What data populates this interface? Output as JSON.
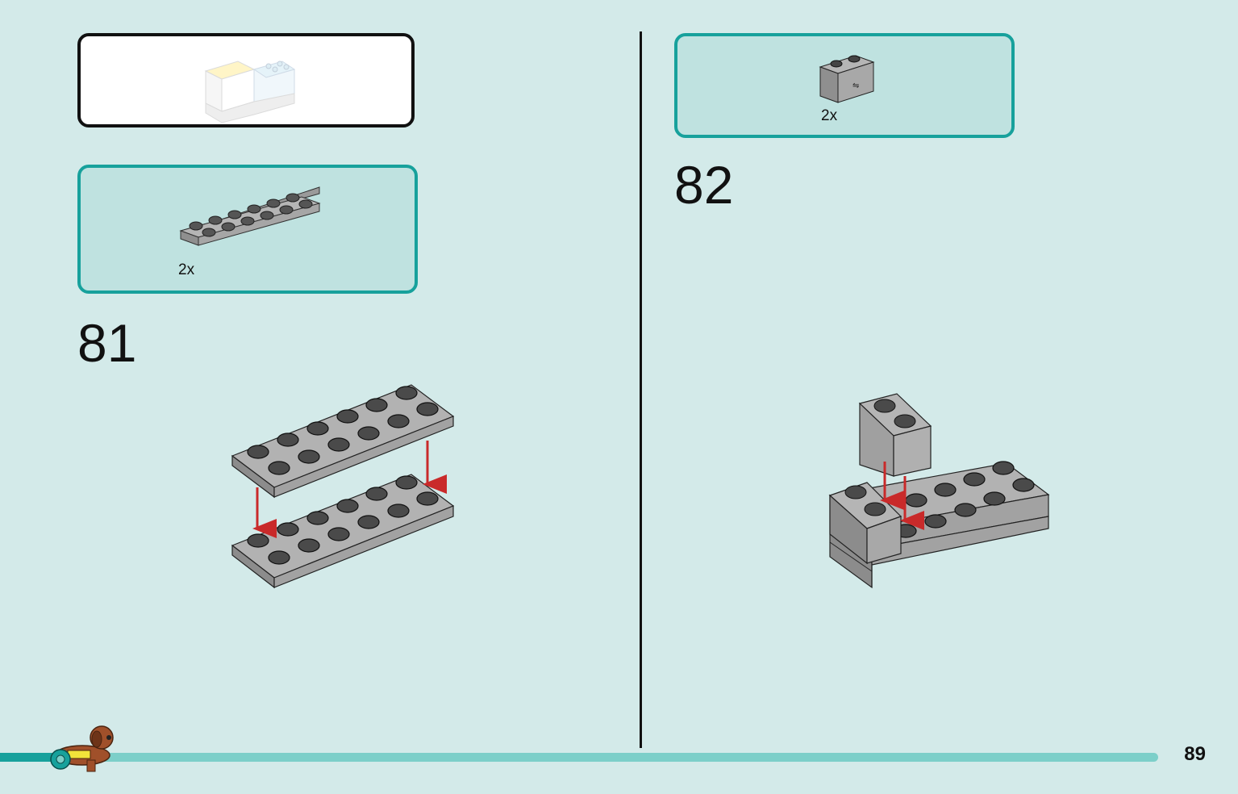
{
  "page_number": "89",
  "colors": {
    "background": "#d3eae9",
    "accent": "#17a19c",
    "brick_gray": "#a0a0a0",
    "arrow_red": "#c92a2a"
  },
  "preview": {
    "icon": "completed-model-preview"
  },
  "steps": [
    {
      "number": "81",
      "parts": [
        {
          "name": "plate-2x6-icon",
          "quantity": "2x"
        }
      ]
    },
    {
      "number": "82",
      "parts": [
        {
          "name": "brick-1x2-icon",
          "quantity": "2x"
        }
      ]
    }
  ],
  "footer": {
    "mascot": "dog-mascot-icon",
    "progress_percent": 5
  }
}
